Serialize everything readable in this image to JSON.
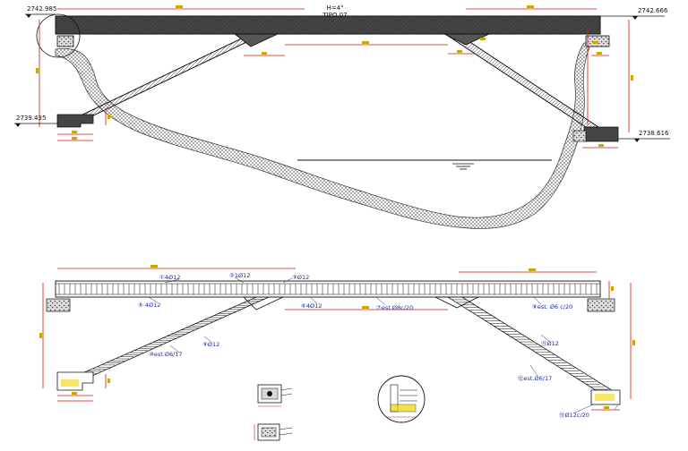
{
  "colors": {
    "outline": "#111111",
    "dimension": "#d11414",
    "label": "#1f2a9a",
    "accent": "#f0d400",
    "hatch": "#666666"
  },
  "elevations": {
    "top_left": "2742.985",
    "top_right": "2742.666",
    "mid_left": "2739.435",
    "mid_right": "2738.616"
  },
  "slope_label": {
    "line1": "H=4°",
    "line2": "TIPO 07"
  },
  "rebar_labels": {
    "top_bar": "①4Ø12",
    "mid_bar": "②1Ø12",
    "short_bar": "③Ø12",
    "bottom_bar": "⑤ 4Ø12",
    "center_bar": "⑥4Ø12",
    "stirrup_center": "⑦est.Ø8c/20",
    "stirrup_right": "⑧est. Ø6 c/20",
    "strut_left_main": "⑨Ø12",
    "strut_left_stirrup": "⑩est.Ø6/17",
    "strut_right_main": "⑪Ø12",
    "strut_right_stirrup": "⑫est.Ø6/17",
    "foot_right": "⑬Ø12c/20"
  }
}
